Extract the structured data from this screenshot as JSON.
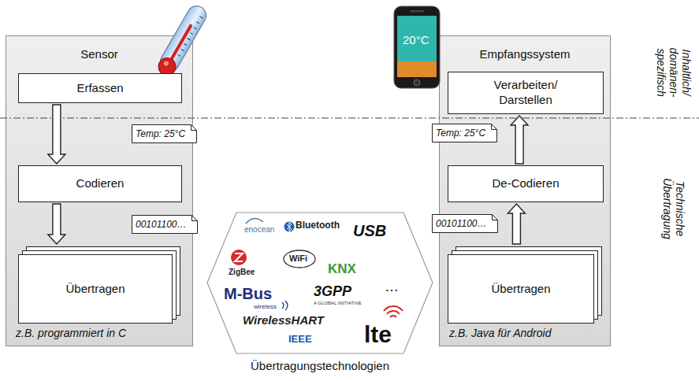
{
  "diagram": {
    "nodes": [
      {
        "text": [
          "Sensor",
          "z.B. programmiert in C"
        ]
      },
      {
        "text": [
          "Erfassen"
        ],
        "in": 0
      },
      {
        "text": [
          "Temp: 25°C"
        ],
        "in": 0
      },
      {
        "text": [
          "Codieren"
        ],
        "in": 0
      },
      {
        "text": [
          "00101100…"
        ],
        "in": 0
      },
      {
        "text": [
          "Übertragen"
        ],
        "in": 0
      },
      {
        "text": [
          "enocean",
          "Bluetooth",
          "USB",
          "ZigBee",
          "WiFi",
          "KNX",
          "M-Bus",
          "wireless",
          "3GPP",
          "A GLOBAL INITIATIVE",
          "…",
          "WirelessHART",
          "IEEE",
          "lte",
          "Übertragungstechnologien"
        ]
      },
      {
        "text": [
          "Empfangssystem",
          "z.B. Java für Android"
        ]
      },
      {
        "text": [
          "Verarbeiten/ Darstellen"
        ],
        "in": 7
      },
      {
        "text": [
          "Temp: 25°C"
        ]
      },
      {
        "text": [
          "De-Codieren"
        ],
        "in": 7
      },
      {
        "text": [
          "00101100…"
        ]
      },
      {
        "text": [
          "Übertragen"
        ],
        "in": 7
      }
    ],
    "edges": [
      {
        "from": 1,
        "to": 3,
        "arrow": "to"
      },
      {
        "from": 3,
        "to": 5,
        "arrow": "to"
      },
      {
        "from": 12,
        "to": 10,
        "arrow": "to"
      },
      {
        "from": 10,
        "to": 8,
        "arrow": "to"
      }
    ],
    "labels": [
      "Inhaltlich/ domänen- spezifisch",
      "Technische Übertragung",
      "20°C"
    ]
  }
}
